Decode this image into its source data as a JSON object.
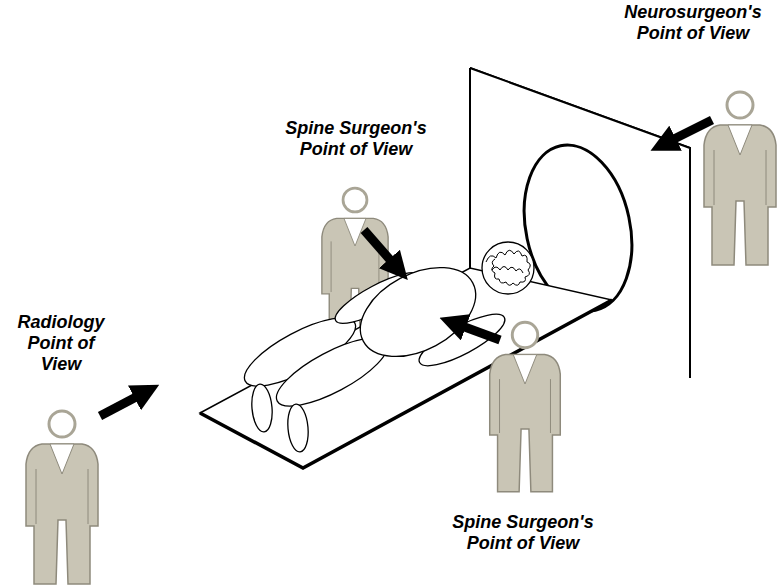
{
  "diagram": {
    "labels": [
      "Neurosurgeon's Point of View",
      "Spine Surgeon's Point of View",
      "Radiology Point of View",
      "Spine Surgeon's Point of View"
    ]
  }
}
